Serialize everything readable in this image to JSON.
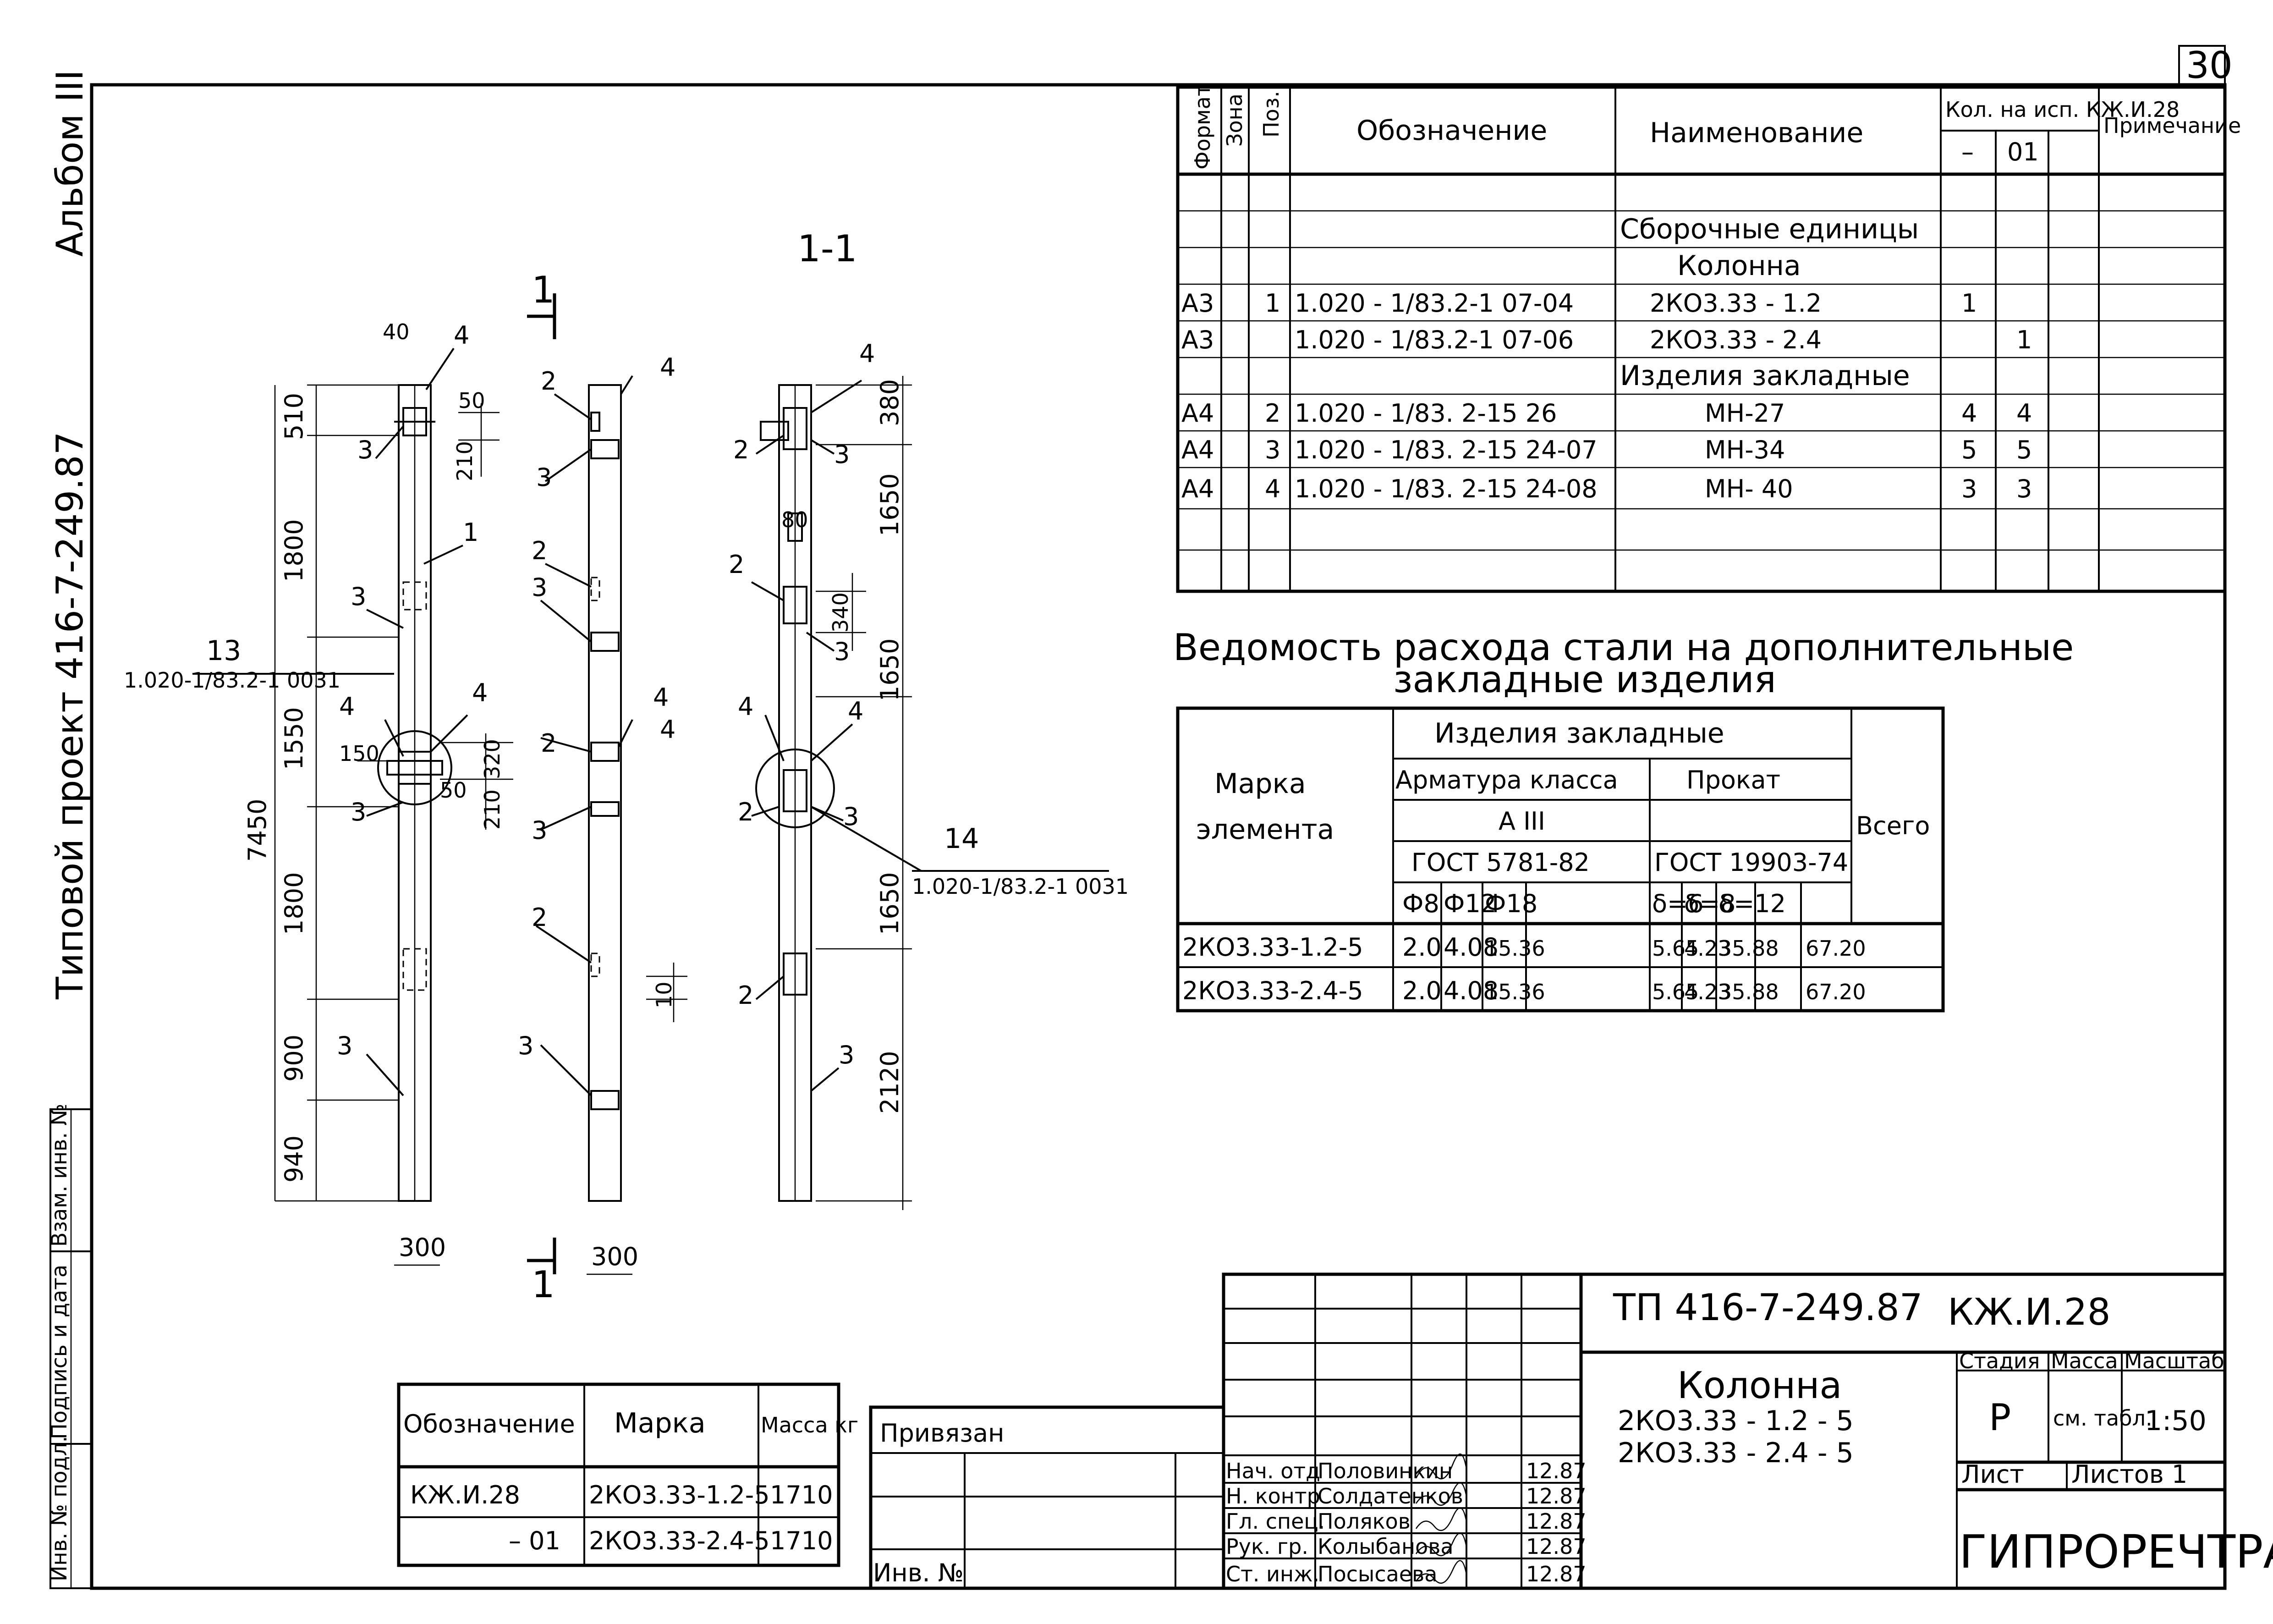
{
  "sheet": {
    "sheet_number": "30",
    "side_stamp": "Типовой проект 416-7-249.87",
    "side_stamp_code": "Альбом III"
  },
  "section": {
    "label": "1-1",
    "cut_mark": "1"
  },
  "column_elevations": {
    "dims_left": [
      "510",
      "1800",
      "1550",
      "1800",
      "900",
      "940"
    ],
    "dims_overall": "7450",
    "dims_small": [
      "50",
      "210",
      "150",
      "320",
      "50",
      "210",
      "40"
    ],
    "dims_mid": [
      "10"
    ],
    "dims_right": [
      "380",
      "1650",
      "1650",
      "1650",
      "2120"
    ],
    "dims_right_small": [
      "340",
      "80"
    ],
    "width_labels": [
      "300",
      "300"
    ],
    "position_labels": [
      "1",
      "2",
      "3",
      "4",
      "13",
      "14"
    ],
    "node_ref_13": "1.020-1/83.2-1 0031",
    "node_ref_14": "1.020-1/83.2-1 0031"
  },
  "spec_table": {
    "headers": {
      "format": "Формат",
      "zone": "Зона",
      "pos": "Поз.",
      "designation": "Обозначение",
      "name": "Наименование",
      "qty": "Кол. на исп. КЖ.И.28",
      "qty_a": "–",
      "qty_b": "01",
      "note": "Примечание"
    },
    "rows": [
      {
        "format": "",
        "pos": "",
        "designation": "",
        "name": "Сборочные единицы",
        "qa": "",
        "qb": ""
      },
      {
        "format": "",
        "pos": "",
        "designation": "",
        "name": "Колонна",
        "qa": "",
        "qb": ""
      },
      {
        "format": "А3",
        "pos": "1",
        "designation": "1.020 - 1/83.2-1 07-04",
        "name": "2КО3.33 - 1.2",
        "qa": "1",
        "qb": ""
      },
      {
        "format": "А3",
        "pos": "",
        "designation": "1.020 - 1/83.2-1 07-06",
        "name": "2КО3.33 - 2.4",
        "qa": "",
        "qb": "1"
      },
      {
        "format": "",
        "pos": "",
        "designation": "",
        "name": "Изделия закладные",
        "qa": "",
        "qb": ""
      },
      {
        "format": "А4",
        "pos": "2",
        "designation": "1.020 - 1/83. 2-15 26",
        "name": "МН-27",
        "qa": "4",
        "qb": "4"
      },
      {
        "format": "А4",
        "pos": "3",
        "designation": "1.020 - 1/83. 2-15 24-07",
        "name": "МН-34",
        "qa": "5",
        "qb": "5"
      },
      {
        "format": "А4",
        "pos": "4",
        "designation": "1.020 - 1/83. 2-15 24-08",
        "name": "МН- 40",
        "qa": "3",
        "qb": "3"
      }
    ]
  },
  "steel_table": {
    "title_line1": "Ведомость расхода стали на дополнительные",
    "title_line2": "закладные изделия",
    "h_mark": "Марка элемента",
    "h_mark_1": "Марка",
    "h_mark_2": "элемента",
    "h_products": "Изделия закладные",
    "h_rebar": "Арматура класса",
    "h_rolled": "Прокат",
    "h_class": "А III",
    "h_gost1": "ГОСТ 5781-82",
    "h_gost2": "ГОСТ 19903-74",
    "h_total": "Всего",
    "sub": [
      "Ф8",
      "Ф12",
      "Ф18",
      "δ=6",
      "δ=8",
      "δ=12"
    ],
    "rows": [
      {
        "mark": "2КО3.33-1.2-5",
        "v": [
          "2.0",
          "4.08",
          "15.36",
          "5.65",
          "4.23",
          "35.88",
          "67.20"
        ]
      },
      {
        "mark": "2КО3.33-2.4-5",
        "v": [
          "2.0",
          "4.08",
          "15.36",
          "5.65",
          "4.23",
          "35.88",
          "67.20"
        ]
      }
    ]
  },
  "marks_table": {
    "h_designation": "Обозначение",
    "h_mark": "Марка",
    "h_mass": "Масса кг",
    "rows": [
      {
        "designation": "КЖ.И.28",
        "mark": "2КО3.33-1.2-5",
        "mass": "1710"
      },
      {
        "designation": "– 01",
        "mark": "2КО3.33-2.4-5",
        "mass": "1710"
      }
    ]
  },
  "binding_block": {
    "label": "Привязан",
    "inv_label": "Инв. №"
  },
  "left_strip": {
    "labels": [
      "Инв. № подл.",
      "Подпись и дата",
      "Взам. инв. №"
    ]
  },
  "title_block": {
    "project_code": "ТП 416-7-249.87",
    "doc_code": "КЖ.И.28",
    "object_name": "Колонна",
    "object_mark_1": "2КО3.33 - 1.2 - 5",
    "object_mark_2": "2КО3.33 - 2.4 - 5",
    "h_stage": "Стадия",
    "h_mass": "Масса",
    "h_scale": "Масштаб",
    "stage": "Р",
    "mass": "см. табл.",
    "scale": "1:50",
    "sheet_label": "Лист",
    "sheets_label": "Листов 1",
    "organization": "ГИПРОРЕЧТРАНС",
    "signatures": [
      {
        "role": "Нач. отд",
        "name": "Половинкин",
        "date": "12.87"
      },
      {
        "role": "Н. контр",
        "name": "Солдатенков",
        "date": "12.87"
      },
      {
        "role": "Гл. спец.",
        "name": "Поляков",
        "date": "12.87"
      },
      {
        "role": "Рук. гр.",
        "name": "Колыбанова",
        "date": "12.87"
      },
      {
        "role": "Ст. инж.",
        "name": "Посысаева",
        "date": "12.87"
      }
    ]
  }
}
